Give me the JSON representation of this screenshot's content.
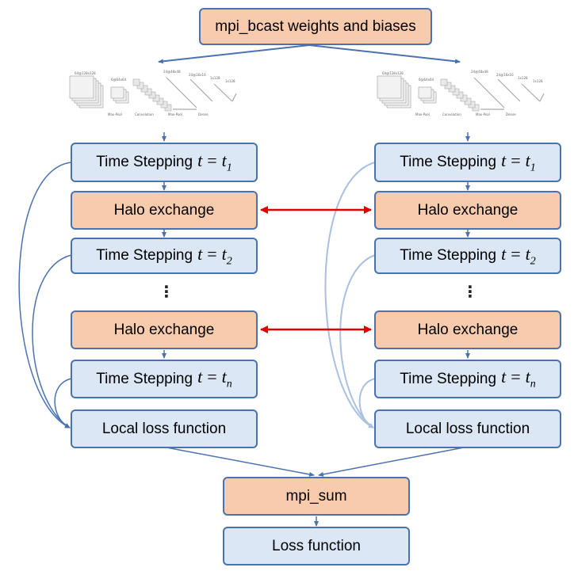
{
  "top_box": "mpi_bcast weights and biases",
  "left": {
    "step1": {
      "label": "Time Stepping",
      "var": "t",
      "eq": "=",
      "t": "t",
      "sub": "1"
    },
    "halo1": "Halo exchange",
    "step2": {
      "label": "Time Stepping",
      "var": "t",
      "eq": "=",
      "t": "t",
      "sub": "2"
    },
    "dots": "⋮",
    "halo2": "Halo exchange",
    "stepn": {
      "label": "Time Stepping",
      "var": "t",
      "eq": "=",
      "t": "t",
      "sub": "n"
    },
    "loss": "Local loss function"
  },
  "right": {
    "step1": {
      "label": "Time Stepping",
      "var": "t",
      "eq": "=",
      "t": "t",
      "sub": "1"
    },
    "halo1": "Halo exchange",
    "step2": {
      "label": "Time Stepping",
      "var": "t",
      "eq": "=",
      "t": "t",
      "sub": "2"
    },
    "dots": "⋮",
    "halo2": "Halo exchange",
    "stepn": {
      "label": "Time Stepping",
      "var": "t",
      "eq": "=",
      "t": "t",
      "sub": "n"
    },
    "loss": "Local loss function"
  },
  "sum_box": "mpi_sum",
  "final_box": "Loss function",
  "colors": {
    "box_border": "#4a72b0",
    "blue_fill": "#dbe7f5",
    "orange_fill": "#f8cbad",
    "arrow_blue": "#4a72b0",
    "arrow_light": "#a9c0e0",
    "arrow_red": "#e00000"
  },
  "network_icon": {
    "labels": [
      "64@128x128",
      "6@64x64",
      "24@48x48",
      "24@16x16",
      "1x128",
      "1x128",
      "Max-Pool",
      "Convolution",
      "Max-Pool",
      "Dense"
    ]
  }
}
